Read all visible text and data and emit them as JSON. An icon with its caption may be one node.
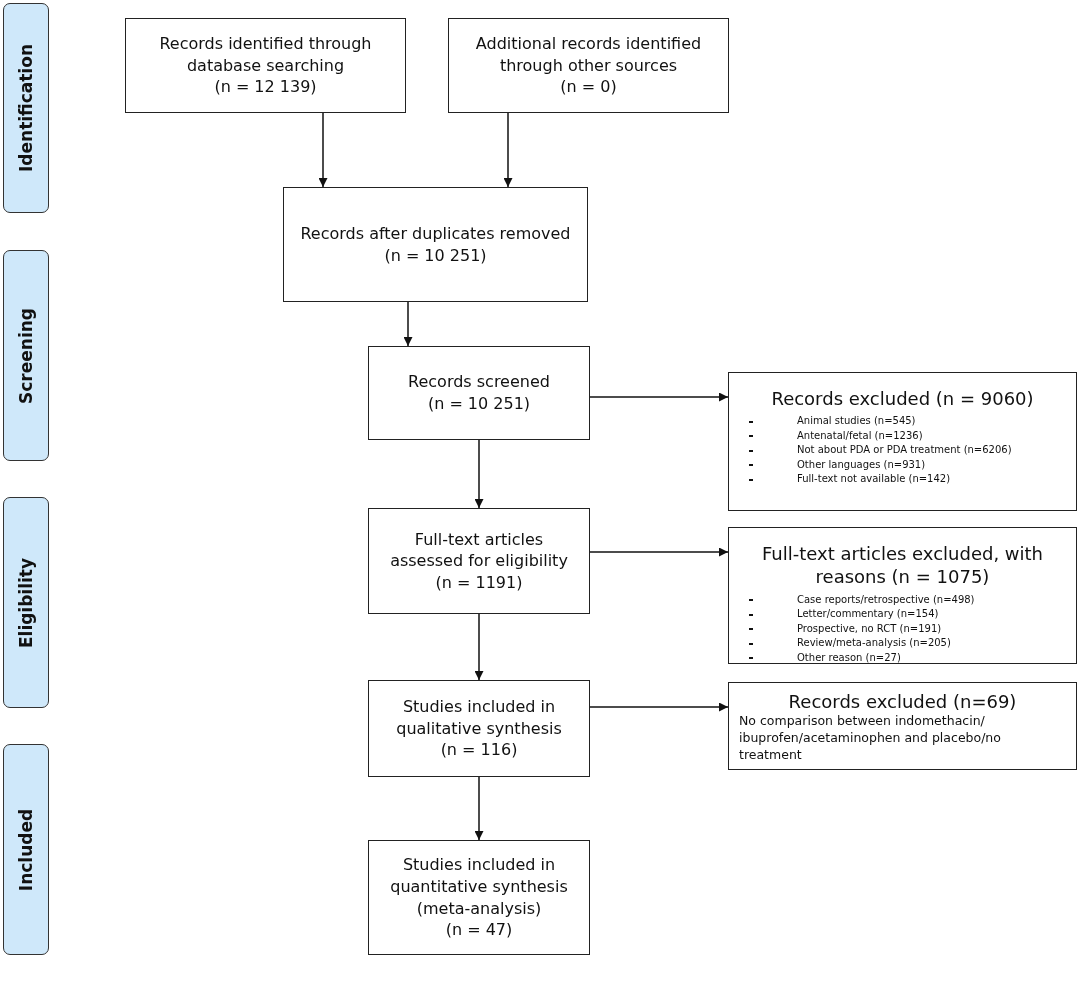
{
  "diagram": {
    "nodes": [
      {
        "text": [
          "Identification"
        ]
      },
      {
        "text": [
          "Screening"
        ]
      },
      {
        "text": [
          "Eligibility"
        ]
      },
      {
        "text": [
          "Included"
        ]
      },
      {
        "text": [
          "Records identified through database searching",
          "(n = 12 139)"
        ]
      },
      {
        "text": [
          "Additional records identified through other sources",
          "(n =  0)"
        ]
      },
      {
        "text": [
          "Records after duplicates removed",
          "(n = 10 251)"
        ]
      },
      {
        "text": [
          "Records screened",
          "(n = 10 251)"
        ]
      },
      {
        "text": [
          "Records excluded (n = 9060)",
          "Animal studies (n=545)",
          "Antenatal/fetal (n=1236)",
          "Not about PDA or PDA treatment (n=6206)",
          "Other languages (n=931)",
          "Full-text not available (n=142)"
        ]
      },
      {
        "text": [
          "Full-text articles assessed for eligibility",
          "(n = 1191)"
        ]
      },
      {
        "text": [
          "Full-text articles excluded, with reasons (n = 1075)",
          "Case reports/retrospective (n=498)",
          "Letter/commentary (n=154)",
          "Prospective, no RCT (n=191)",
          "Review/meta-analysis (n=205)",
          "Other reason (n=27)"
        ]
      },
      {
        "text": [
          "Studies included in qualitative synthesis",
          "(n = 116)"
        ]
      },
      {
        "text": [
          "Records excluded (n=69)",
          "No comparison between indomethacin/ ibuprofen/acetaminophen and placebo/no treatment"
        ]
      },
      {
        "text": [
          "Studies included in quantitative synthesis (meta-analysis)",
          "(n = 47)"
        ]
      }
    ],
    "edges": [
      {
        "from": 4,
        "to": 6,
        "arrow": "to"
      },
      {
        "from": 5,
        "to": 6,
        "arrow": "to"
      },
      {
        "from": 6,
        "to": 7,
        "arrow": "to"
      },
      {
        "from": 7,
        "to": 8,
        "arrow": "to"
      },
      {
        "from": 7,
        "to": 9,
        "arrow": "to"
      },
      {
        "from": 9,
        "to": 10,
        "arrow": "to"
      },
      {
        "from": 9,
        "to": 11,
        "arrow": "to"
      },
      {
        "from": 11,
        "to": 12,
        "arrow": "to"
      },
      {
        "from": 11,
        "to": 13,
        "arrow": "to"
      }
    ]
  }
}
